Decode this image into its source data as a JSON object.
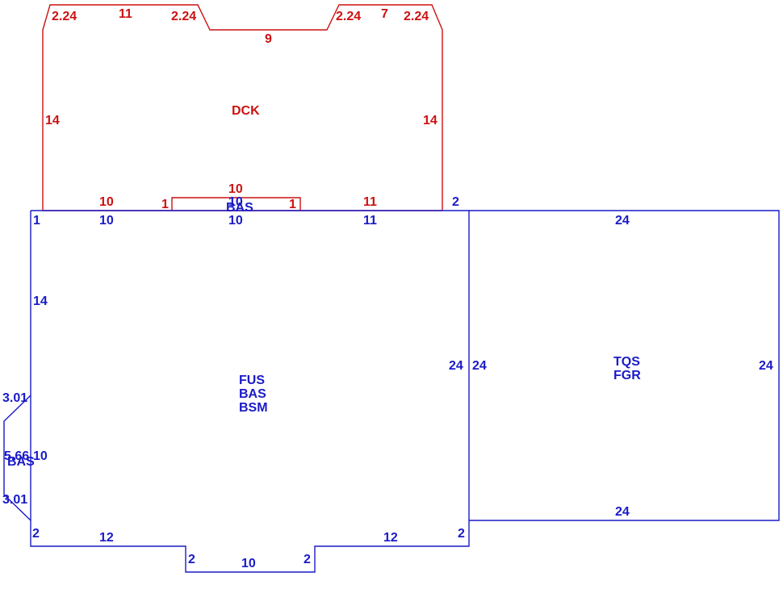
{
  "colors": {
    "deck": "#cc1111",
    "main": "#1a1ac8"
  },
  "deck": {
    "area_label": "DCK",
    "dims": {
      "top_left_chamfer": "2.24",
      "top_left_edge": "11",
      "top_inner_left_chamfer": "2.24",
      "top_recess": "9",
      "top_inner_right_chamfer": "2.24",
      "top_right_edge": "7",
      "top_right_chamfer": "2.24",
      "left_side": "14",
      "right_side": "14",
      "bottom_left": "10",
      "bottom_notch_left": "1",
      "bottom_notch_top": "10",
      "bottom_notch_right": "1",
      "bottom_right": "11"
    }
  },
  "notch_area": {
    "label": "BAS",
    "dim_top": "10"
  },
  "main_house": {
    "labels": [
      "FUS",
      "BAS",
      "BSM"
    ],
    "dims": {
      "top_left_jog": "1",
      "top_seg1": "10",
      "top_seg2": "10",
      "top_seg3": "11",
      "top_right_jog": "2",
      "left_side": "14",
      "right_side": "24",
      "bottom_left_jog": "2",
      "bottom_left": "12",
      "bump_left": "2",
      "bump_bottom": "10",
      "bump_right": "2",
      "bottom_right": "12",
      "bottom_right_jog": "2"
    }
  },
  "bay": {
    "label": "BAS",
    "dims": {
      "top_diag": "3.01",
      "bottom_diag": "3.01",
      "front": "5.66",
      "side": "10"
    }
  },
  "garage": {
    "labels": [
      "TQS",
      "FGR"
    ],
    "dims": {
      "top": "24",
      "left": "24",
      "right": "24",
      "bottom": "24"
    }
  }
}
